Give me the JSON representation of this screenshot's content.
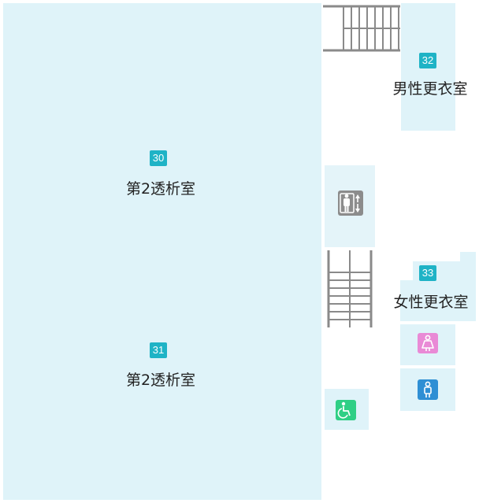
{
  "rooms": [
    {
      "id": "30",
      "name": "第2透析室"
    },
    {
      "id": "31",
      "name": "第2透析室"
    },
    {
      "id": "32",
      "name": "男性更衣室"
    },
    {
      "id": "33",
      "name": "女性更衣室"
    }
  ],
  "icons": {
    "elevator": "elevator-icon",
    "stairs": "stairs-icon",
    "womens_restroom": "womens-restroom-icon",
    "mens_restroom": "mens-restroom-icon",
    "accessible_restroom": "accessible-restroom-icon"
  },
  "colors": {
    "room_fill": "#dff3f9",
    "room_number_badge": "#1fb3c6",
    "elevator": "#8c8c8c",
    "womens": "#e98ad6",
    "mens": "#2f8fd4",
    "accessible": "#2fcf85",
    "stairs": "#8a8a8a"
  }
}
